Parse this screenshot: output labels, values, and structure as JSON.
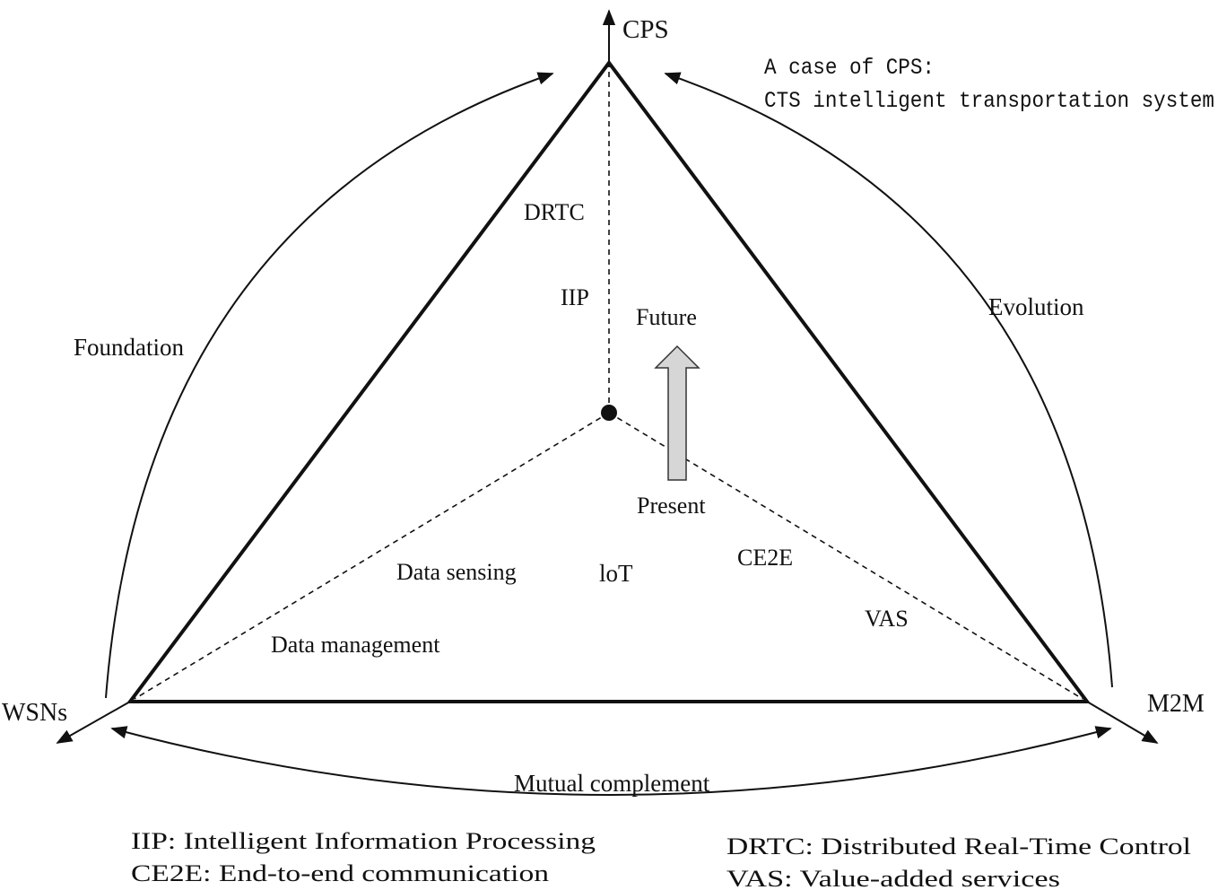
{
  "vertices": {
    "top": "CPS",
    "left": "WSNs",
    "right": "M2M"
  },
  "center_label": "loT",
  "case_note": {
    "line1": "A case of CPS:",
    "line2": "CTS intelligent transportation system"
  },
  "arc_labels": {
    "left": "Foundation",
    "right": "Evolution",
    "bottom": "Mutual complement"
  },
  "inner_labels": {
    "drtc": "DRTC",
    "iip": "IIP",
    "future": "Future",
    "present": "Present",
    "data_sensing": "Data sensing",
    "data_management": "Data management",
    "ce2e": "CE2E",
    "vas": "VAS"
  },
  "legend": {
    "iip": "IIP: Intelligent Information Processing",
    "ce2e": "CE2E: End-to-end communication",
    "drtc": "DRTC: Distributed Real-Time Control",
    "vas": "VAS: Value-added services"
  },
  "colors": {
    "line": "#111111",
    "arrow_fill": "#d6d6d6"
  }
}
